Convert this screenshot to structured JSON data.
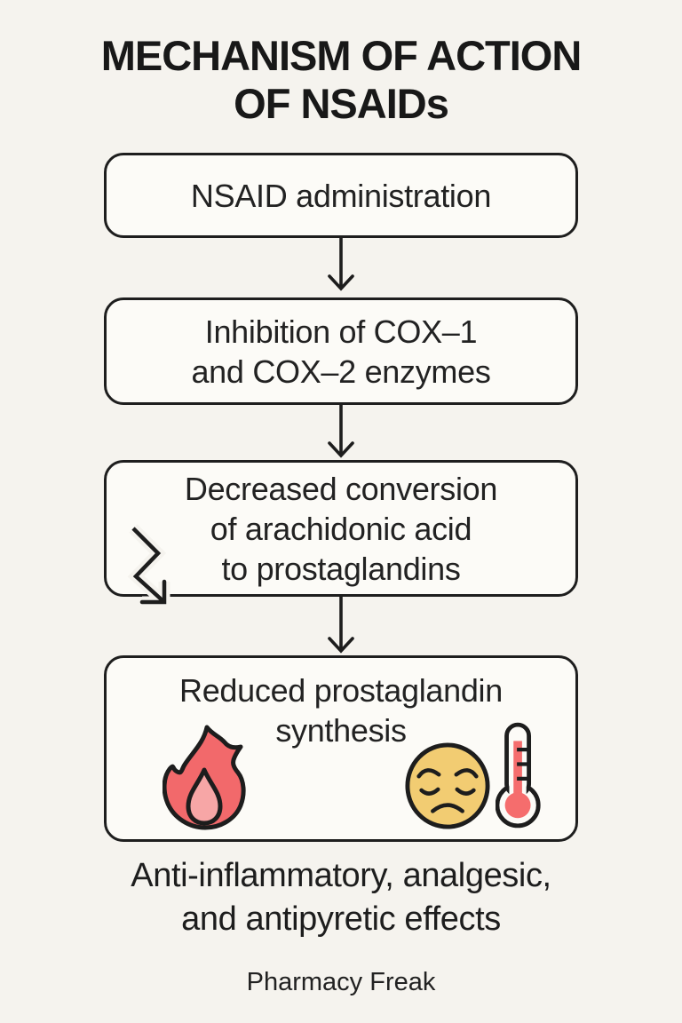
{
  "page": {
    "background": "#f5f3ee",
    "ink": "#1d1d1d",
    "box_fill": "#fcfbf7"
  },
  "title": {
    "line1": "MECHANISM OF ACTION",
    "line2": "OF NSAIDs"
  },
  "flow": {
    "connector": "down-arrow",
    "boxes": [
      {
        "name": "nsaid-administration",
        "lines": [
          "NSAID administration"
        ]
      },
      {
        "name": "cox-inhibition",
        "lines": [
          "Inhibition of COX–1",
          "and COX–2 enzymes"
        ]
      },
      {
        "name": "decreased-conversion",
        "lines": [
          "Decreased conversion",
          "of arachidonic acid",
          "to prostaglandins"
        ],
        "icon": "zigzag-decline-arrow-icon"
      },
      {
        "name": "reduced-prostaglandin-synthesis",
        "lines": [
          "Reduced prostaglandin",
          "synthesis"
        ],
        "icons": [
          "flame-icon",
          "sad-face-icon",
          "thermometer-icon"
        ]
      }
    ]
  },
  "footer": {
    "effects_line1": "Anti-inflammatory, analgesic,",
    "effects_line2": "and antipyretic effects",
    "credit": "Pharmacy Freak"
  },
  "colors": {
    "outline": "#1d1d1d",
    "flame_fill": "#f2696b",
    "flame_inner_fill": "#f7a6a6",
    "face_fill": "#f2cc72",
    "thermometer_red": "#f56d6d"
  }
}
